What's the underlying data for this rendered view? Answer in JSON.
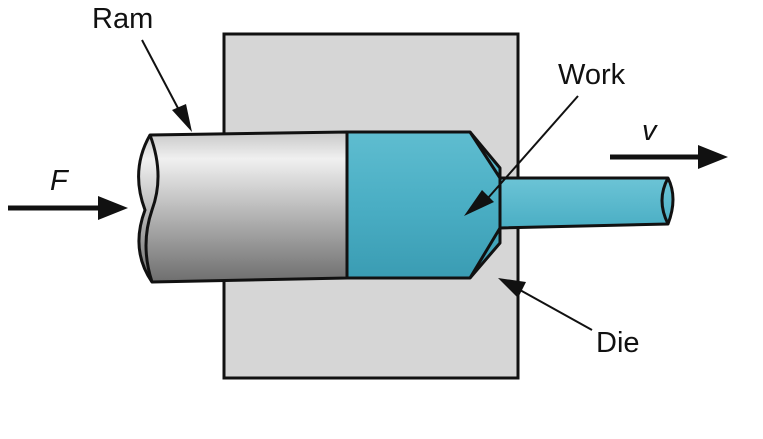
{
  "labels": {
    "ram": "Ram",
    "work": "Work",
    "die": "Die",
    "force": "F",
    "velocity": "v"
  },
  "colors": {
    "die_fill": "#d6d6d6",
    "ram_light": "#d9d9d9",
    "ram_dark": "#6e6e6e",
    "work_fill": "#4eb3c8",
    "work_light": "#7ccfe0",
    "outline": "#111111"
  }
}
